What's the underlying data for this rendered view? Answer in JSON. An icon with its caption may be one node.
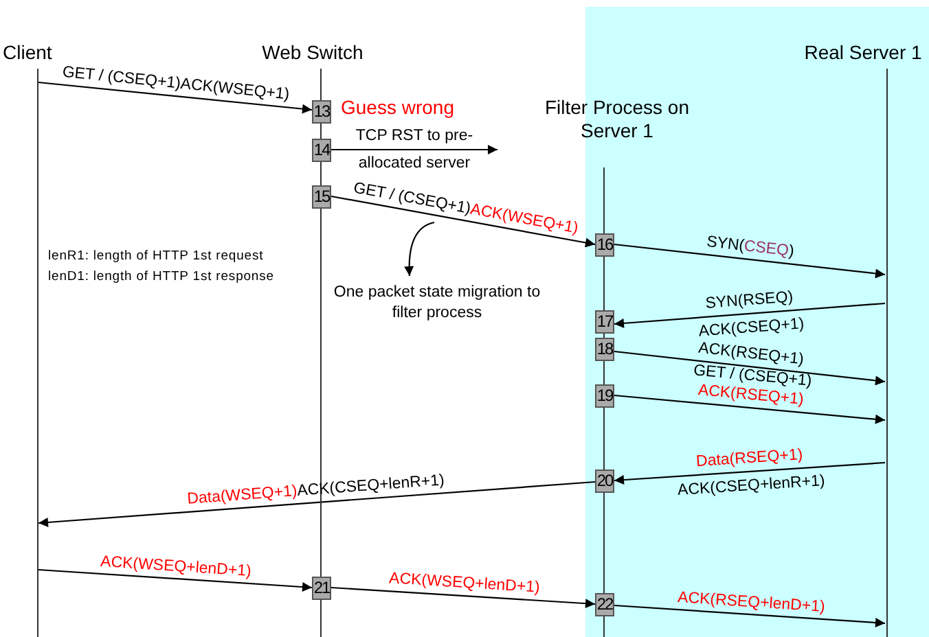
{
  "diagram": {
    "nodes": [
      {
        "text": [
          "Client"
        ]
      },
      {
        "text": [
          "Web Switch"
        ]
      },
      {
        "text": [
          "Filter Process on Server 1"
        ]
      },
      {
        "text": [
          "Real Server 1"
        ]
      },
      {
        "text": [
          "13"
        ],
        "beside": [
          "Guess wrong"
        ]
      },
      {
        "text": [
          "14"
        ]
      },
      {
        "text": [
          "15"
        ]
      },
      {
        "text": [
          "16"
        ]
      },
      {
        "text": [
          "17"
        ]
      },
      {
        "text": [
          "18"
        ]
      },
      {
        "text": [
          "19"
        ]
      },
      {
        "text": [
          "20"
        ]
      },
      {
        "text": [
          "21"
        ]
      },
      {
        "text": [
          "22"
        ]
      },
      {
        "text": [
          "One packet state migration to filter process"
        ]
      }
    ],
    "edges": [
      {
        "from": 0,
        "to": 4,
        "arrow": "to",
        "label": "GET / (CSEQ+1)ACK(WSEQ+1)"
      },
      {
        "from": 5,
        "to": null,
        "arrow": "to",
        "label": "TCP RST to pre-allocated server"
      },
      {
        "from": 6,
        "to": 7,
        "arrow": "to",
        "label": "GET / (CSEQ+1)ACK(WSEQ+1)"
      },
      {
        "from": null,
        "to": 14,
        "arrow": "to"
      },
      {
        "from": 7,
        "to": 3,
        "arrow": "to",
        "label": "SYN(CSEQ)"
      },
      {
        "from": 3,
        "to": 8,
        "arrow": "to",
        "label": "SYN(RSEQ) ACK(CSEQ+1)"
      },
      {
        "from": 9,
        "to": 3,
        "arrow": "to",
        "label": "ACK(RSEQ+1)"
      },
      {
        "from": 10,
        "to": 3,
        "arrow": "to",
        "label": "GET / (CSEQ+1) ACK(RSEQ+1)"
      },
      {
        "from": 3,
        "to": 11,
        "arrow": "to",
        "label": "Data(RSEQ+1) ACK(CSEQ+lenR+1)"
      },
      {
        "from": 11,
        "to": 0,
        "arrow": "to",
        "label": "Data(WSEQ+1)ACK(CSEQ+lenR+1)"
      },
      {
        "from": 0,
        "to": 12,
        "arrow": "to",
        "label": "ACK(WSEQ+lenD+1)"
      },
      {
        "from": 12,
        "to": 13,
        "arrow": "to",
        "label": "ACK(WSEQ+lenD+1)"
      },
      {
        "from": 13,
        "to": 3,
        "arrow": "to",
        "label": "ACK(RSEQ+lenD+1)"
      }
    ],
    "labels": [
      "lenR1: length of HTTP 1st request",
      "lenD1: length of HTTP 1st response"
    ]
  }
}
